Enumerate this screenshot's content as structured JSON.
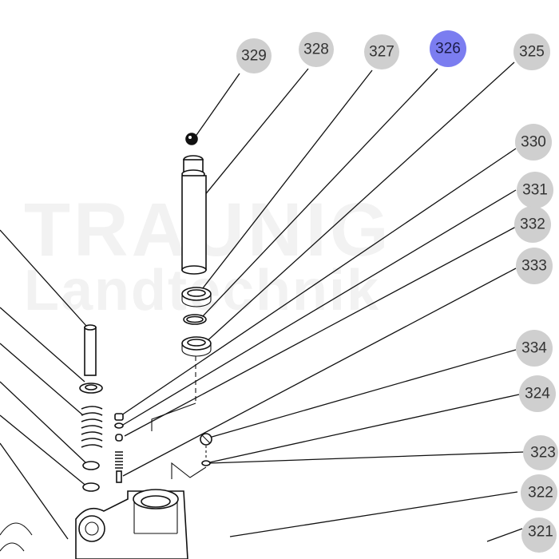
{
  "colors": {
    "callout_default": "#cfcfcf",
    "callout_highlight": "#7b7df0",
    "line": "#111111"
  },
  "watermark": {
    "line1": "TRAUNIG",
    "line2": "Landtechnik"
  },
  "callouts": [
    {
      "id": "329",
      "label": "329",
      "highlighted": false
    },
    {
      "id": "328",
      "label": "328",
      "highlighted": false
    },
    {
      "id": "327",
      "label": "327",
      "highlighted": false
    },
    {
      "id": "326",
      "label": "326",
      "highlighted": true
    },
    {
      "id": "325",
      "label": "325",
      "highlighted": false
    },
    {
      "id": "330",
      "label": "330",
      "highlighted": false
    },
    {
      "id": "331",
      "label": "331",
      "highlighted": false
    },
    {
      "id": "332",
      "label": "332",
      "highlighted": false
    },
    {
      "id": "333",
      "label": "333",
      "highlighted": false
    },
    {
      "id": "334",
      "label": "334",
      "highlighted": false
    },
    {
      "id": "324",
      "label": "324",
      "highlighted": false
    },
    {
      "id": "323",
      "label": "323",
      "highlighted": false
    },
    {
      "id": "322",
      "label": "322",
      "highlighted": false
    },
    {
      "id": "321",
      "label": "321",
      "highlighted": false
    }
  ]
}
